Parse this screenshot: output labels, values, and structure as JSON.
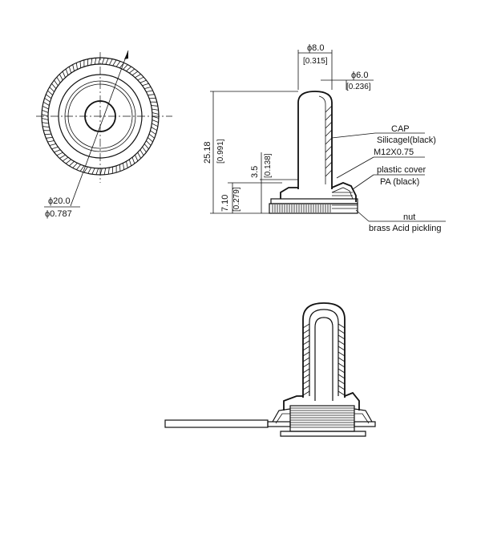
{
  "dimensions": {
    "outer_diameter_mm": "ϕ20.0",
    "outer_diameter_in": "ϕ0.787",
    "cap_width_mm": "ϕ8.0",
    "cap_width_in": "[0.315]",
    "cap_tip_mm": "ϕ6.0",
    "cap_tip_in": "[0.236]",
    "total_height_mm": "25.18",
    "total_height_in": "[0.991]",
    "thread_height_mm": "3.5",
    "thread_height_in": "[0.138]",
    "base_height_mm": "7.10",
    "base_height_in": "[0.279]"
  },
  "callouts": {
    "cap_title": "CAP",
    "cap_material": "Silicagel(black)",
    "thread_spec": "M12X0.75",
    "cover_title": "plastic cover",
    "cover_material": "PA (black)",
    "nut_title": "nut",
    "nut_material": "brass Acid pickling"
  }
}
